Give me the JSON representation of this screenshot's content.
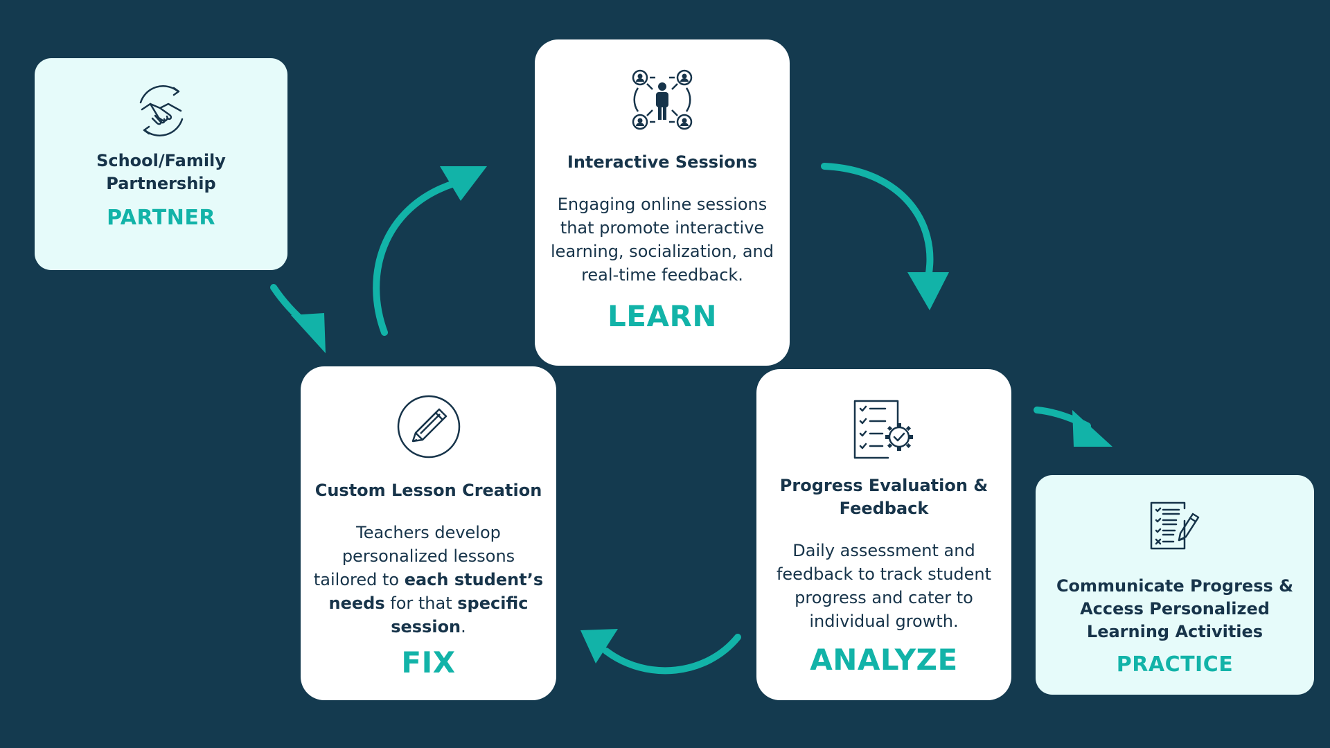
{
  "colors": {
    "background": "#143a4f",
    "card": "#ffffff",
    "card_light": "#e6fbfa",
    "accent": "#12b3a8",
    "text": "#17344a"
  },
  "steps": {
    "partner": {
      "icon": "handshake-icon",
      "title_line1": "School/Family",
      "title_line2": "Partnership",
      "keyword": "PARTNER"
    },
    "learn": {
      "icon": "network-people-icon",
      "title": "Interactive Sessions",
      "desc_lines": [
        "Engaging online sessions",
        "that promote interactive",
        "learning, socialization, and",
        "real-time feedback."
      ],
      "keyword": "LEARN"
    },
    "fix": {
      "icon": "pencil-circle-icon",
      "title": "Custom Lesson Creation",
      "desc_line1": "Teachers develop",
      "desc_line2": "personalized lessons",
      "desc_line3_a": "tailored to ",
      "desc_line3_b": "each student’s",
      "desc_line4_a": "needs",
      "desc_line4_b": " for that ",
      "desc_line4_c": "specific",
      "desc_line5_a": "session",
      "desc_line5_b": ".",
      "keyword": "FIX"
    },
    "analyze": {
      "icon": "checklist-gear-icon",
      "title_line1": "Progress Evaluation &",
      "title_line2": "Feedback",
      "desc_lines": [
        "Daily assessment and",
        "feedback to track student",
        "progress and cater to",
        "individual growth."
      ],
      "keyword": "ANALYZE"
    },
    "practice": {
      "icon": "clipboard-pencil-icon",
      "title_lines": [
        "Communicate Progress &",
        "Access Personalized",
        "Learning Activities"
      ],
      "keyword": "PRACTICE"
    }
  }
}
